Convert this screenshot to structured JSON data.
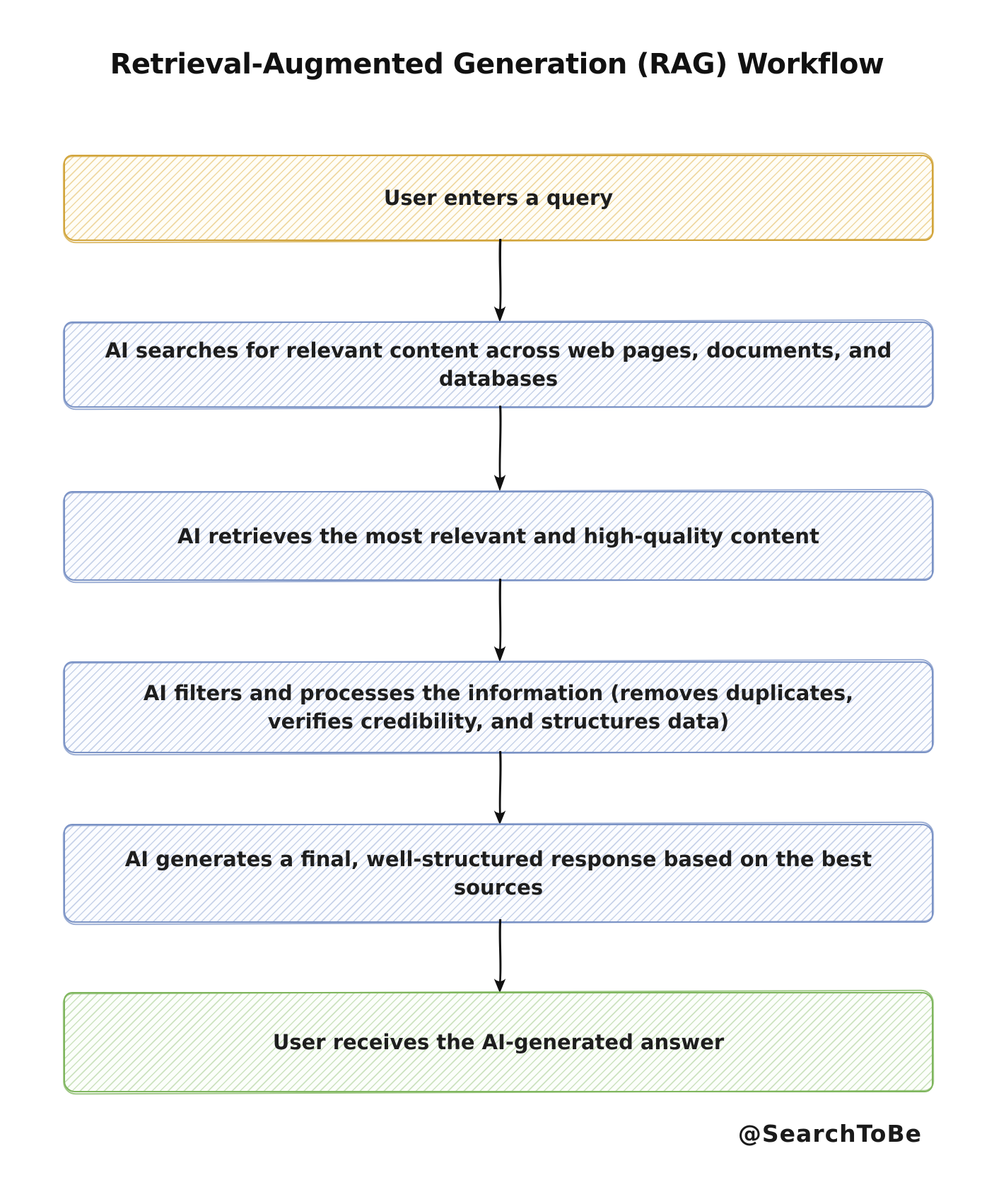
{
  "title": "Retrieval-Augmented Generation (RAG) Workflow",
  "watermark": "@SearchToBe",
  "palette": {
    "background": "#ffffff",
    "text": "#1e1e1e",
    "yellow_border": "#d2a53c",
    "blue_border": "#7b93c5",
    "green_border": "#7fb65e",
    "arrow": "#111111"
  },
  "diagram": {
    "type": "flowchart",
    "direction": "top-to-bottom",
    "steps": [
      {
        "id": 1,
        "color": "yellow",
        "label": "User enters a query"
      },
      {
        "id": 2,
        "color": "blue",
        "label": "AI searches for relevant content across web pages, documents, and databases"
      },
      {
        "id": 3,
        "color": "blue",
        "label": "AI retrieves the most relevant and high-quality content"
      },
      {
        "id": 4,
        "color": "blue",
        "label": "AI filters and processes the information (removes duplicates, verifies credibility, and structures data)"
      },
      {
        "id": 5,
        "color": "blue",
        "label": "AI generates a final, well-structured response based on the best sources"
      },
      {
        "id": 6,
        "color": "green",
        "label": "User receives the AI-generated answer"
      }
    ],
    "connectors": [
      {
        "from": 1,
        "to": 2,
        "style": "arrow-down"
      },
      {
        "from": 2,
        "to": 3,
        "style": "arrow-down"
      },
      {
        "from": 3,
        "to": 4,
        "style": "arrow-down"
      },
      {
        "from": 4,
        "to": 5,
        "style": "arrow-down"
      },
      {
        "from": 5,
        "to": 6,
        "style": "arrow-down"
      }
    ]
  }
}
